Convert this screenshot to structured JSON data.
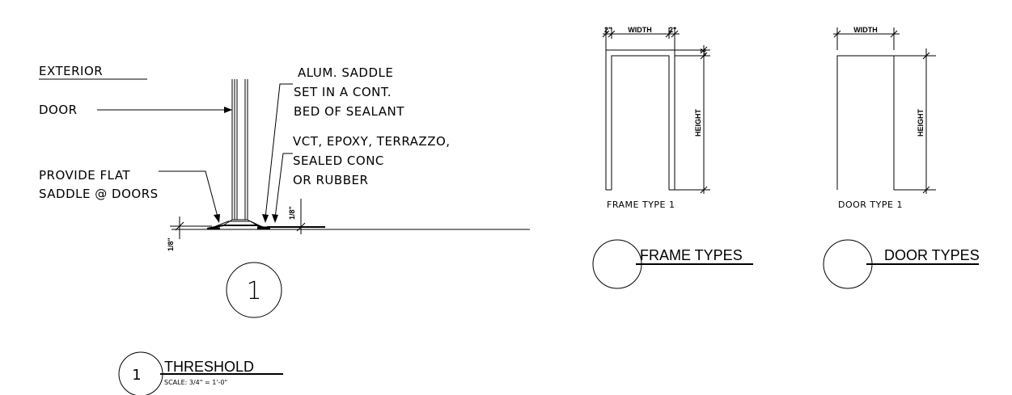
{
  "threshold_detail": {
    "labels": {
      "exterior": "EXTERIOR",
      "door": "DOOR",
      "provide_line1": "PROVIDE FLAT",
      "provide_line2": "SADDLE @ DOORS",
      "saddle_line1": "ALUM. SADDLE",
      "saddle_line2": "SET IN A CONT.",
      "saddle_line3": "BED OF SEALANT",
      "floor_line1": "VCT, EPOXY, TERRAZZO,",
      "floor_line2": "SEALED CONC",
      "floor_line3": "OR RUBBER"
    },
    "dim_left": "1/8\"",
    "dim_right": "1/8\"",
    "marker": "1",
    "title_number": "1",
    "title": "THRESHOLD",
    "scale": "SCALE: 3/4\" = 1'-0\""
  },
  "frame_type": {
    "dim_left": "2\"",
    "dim_width": "WIDTH",
    "dim_right": "2\"",
    "dim_top": "2\"",
    "dim_height": "HEIGHT",
    "caption": "FRAME TYPE 1",
    "section_title": "FRAME TYPES"
  },
  "door_type": {
    "dim_width": "WIDTH",
    "dim_height": "HEIGHT",
    "caption": "DOOR TYPE 1",
    "section_title": "DOOR TYPES"
  }
}
